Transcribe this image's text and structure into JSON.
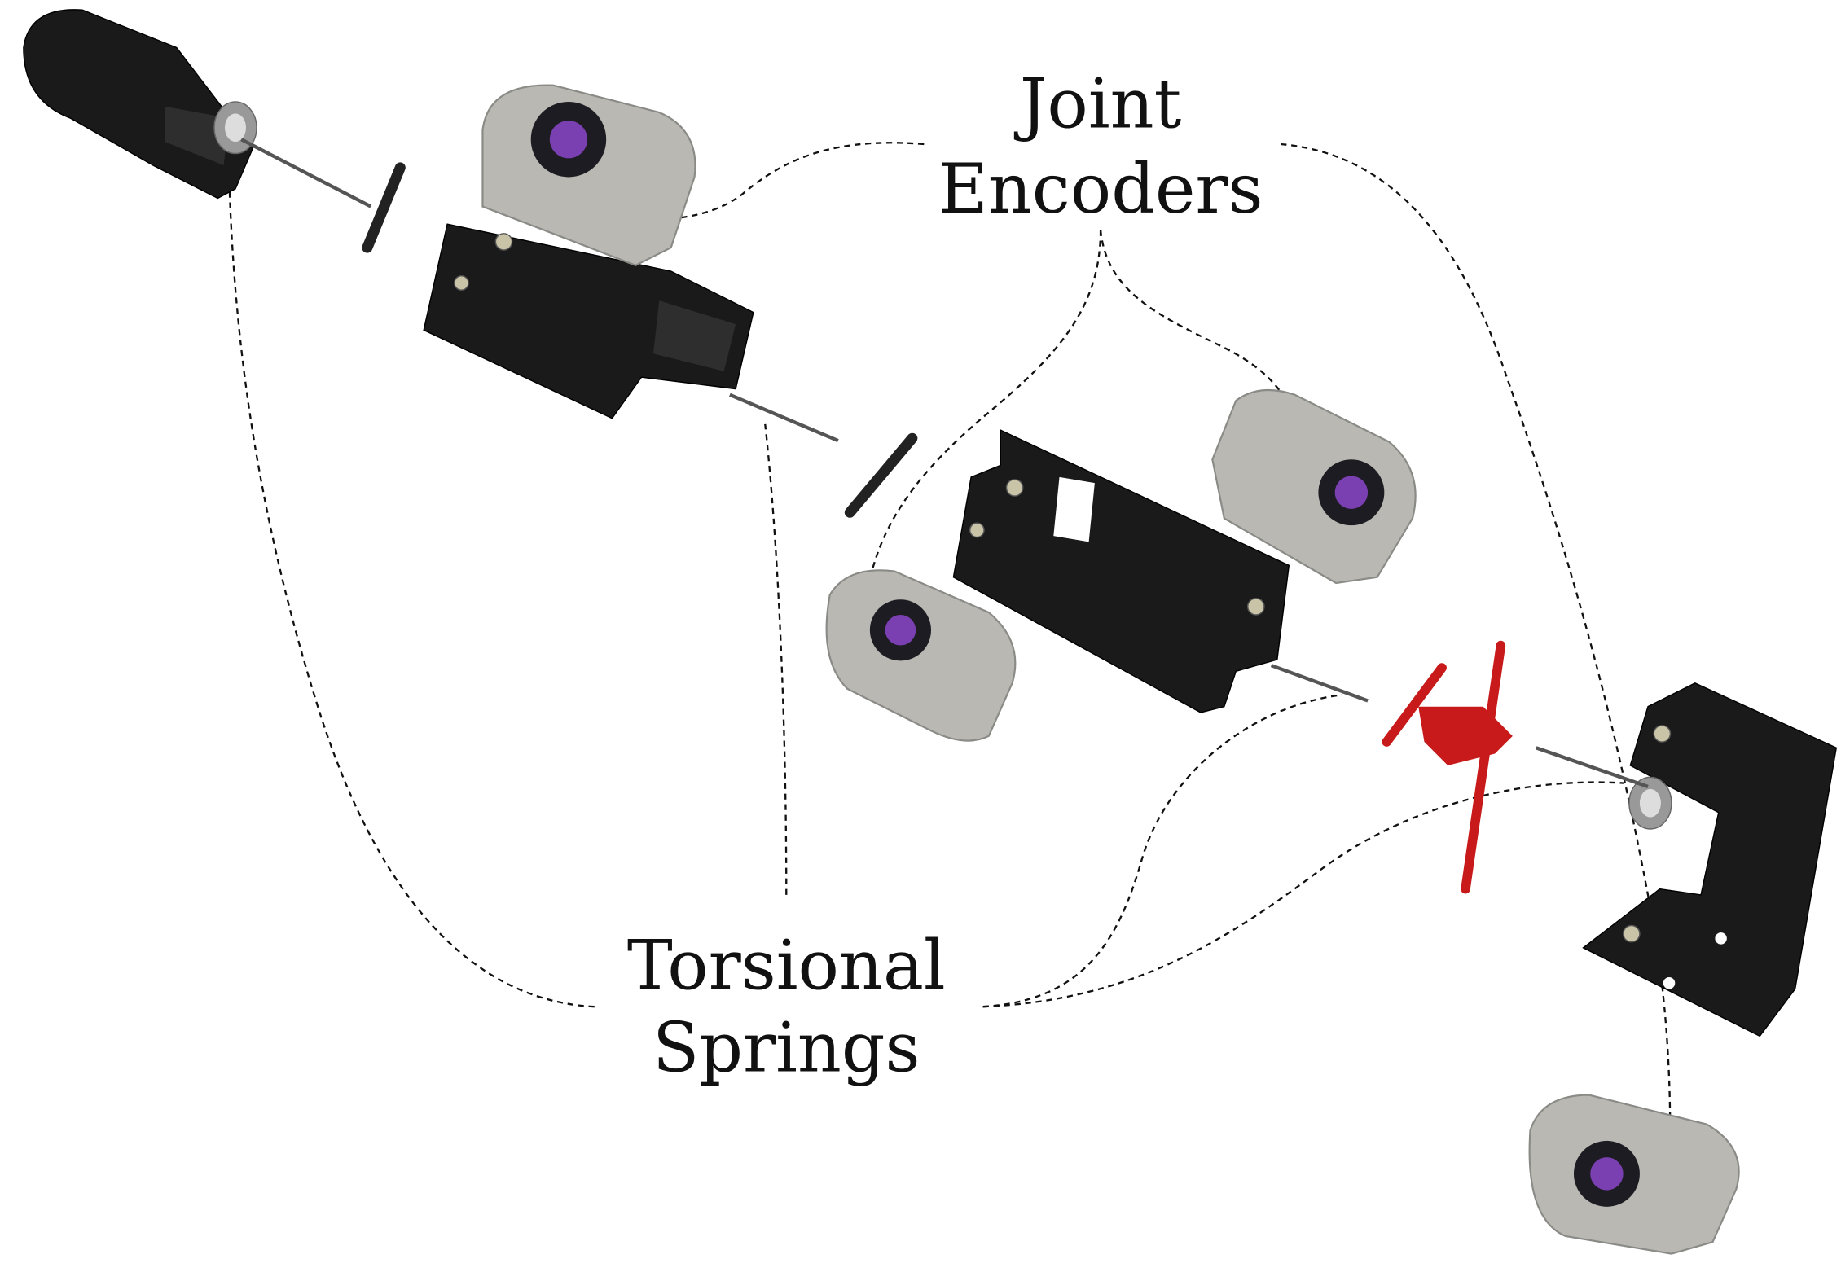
{
  "labels": {
    "encoders_line1": "Joint",
    "encoders_line2": "Encoders",
    "springs_line1": "Torsional",
    "springs_line2": "Springs"
  },
  "colors": {
    "housing": "#1a1a1a",
    "encoder_body": "#b9b8b3",
    "encoder_center": "#7a3fb0",
    "coupler": "#c81a1a"
  }
}
